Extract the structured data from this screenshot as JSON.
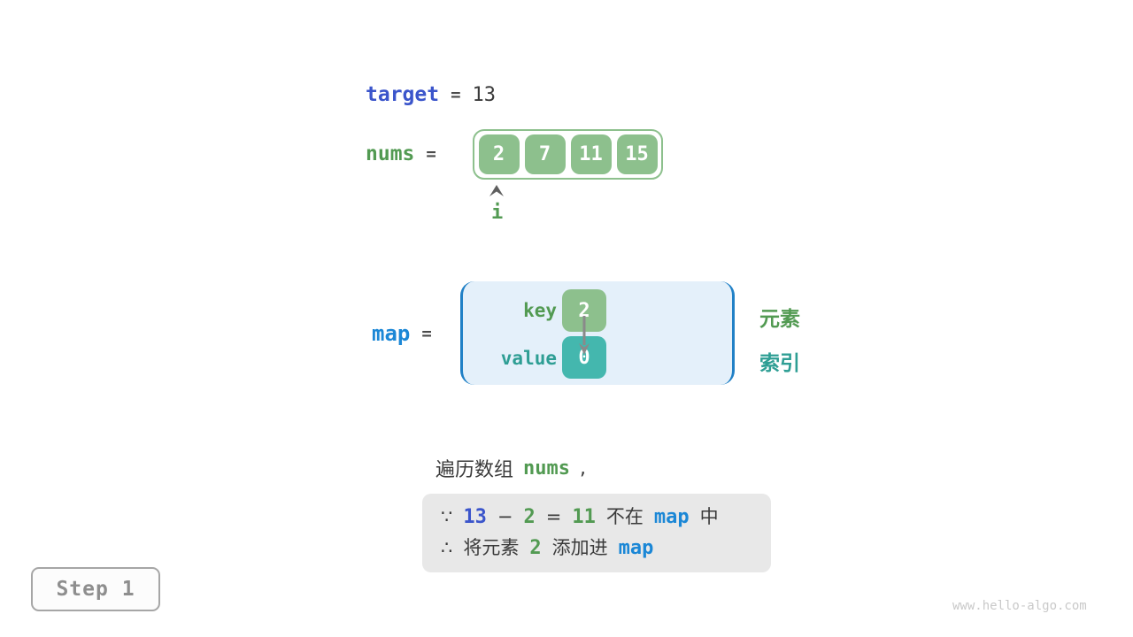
{
  "figure": {
    "target": {
      "name": "target",
      "eq": "=",
      "value": "13"
    },
    "nums": {
      "name": "nums",
      "eq": "=",
      "cells": [
        "2",
        "7",
        "11",
        "15"
      ],
      "index_pointer": "i"
    },
    "map": {
      "name": "map",
      "eq": "=",
      "key_label": "key",
      "key_value": "2",
      "value_label": "value",
      "value_value": "0",
      "element_label": "元素",
      "index_label": "索引"
    },
    "caption": {
      "prefix": "遍历数组",
      "code": "nums",
      "comma": ","
    },
    "note": {
      "line1": [
        "∵",
        "13",
        "−",
        "2",
        "=",
        "11",
        "不在",
        "map",
        "中"
      ],
      "line2": [
        "∴",
        "将元素",
        "2",
        "添加进",
        "map"
      ]
    },
    "step_badge": "Step 1",
    "watermark": "www.hello-algo.com"
  },
  "colors": {
    "target_indigo": "#3b55cb",
    "map_blue": "#1b87d6",
    "green_text": "#529a52",
    "green_fill": "#8dc08d",
    "teal_text": "#2e9e94",
    "teal_fill": "#44b7ae",
    "dark_text": "#3a3a3a",
    "map_box_bg": "#e4f0fa",
    "map_box_border": "#2080c6",
    "note_box_bg": "#e8e8e8",
    "step_gray": "#8e8e8e",
    "watermark_gray": "#c9c9c9",
    "arrow_gray": "#6e6e6e"
  }
}
